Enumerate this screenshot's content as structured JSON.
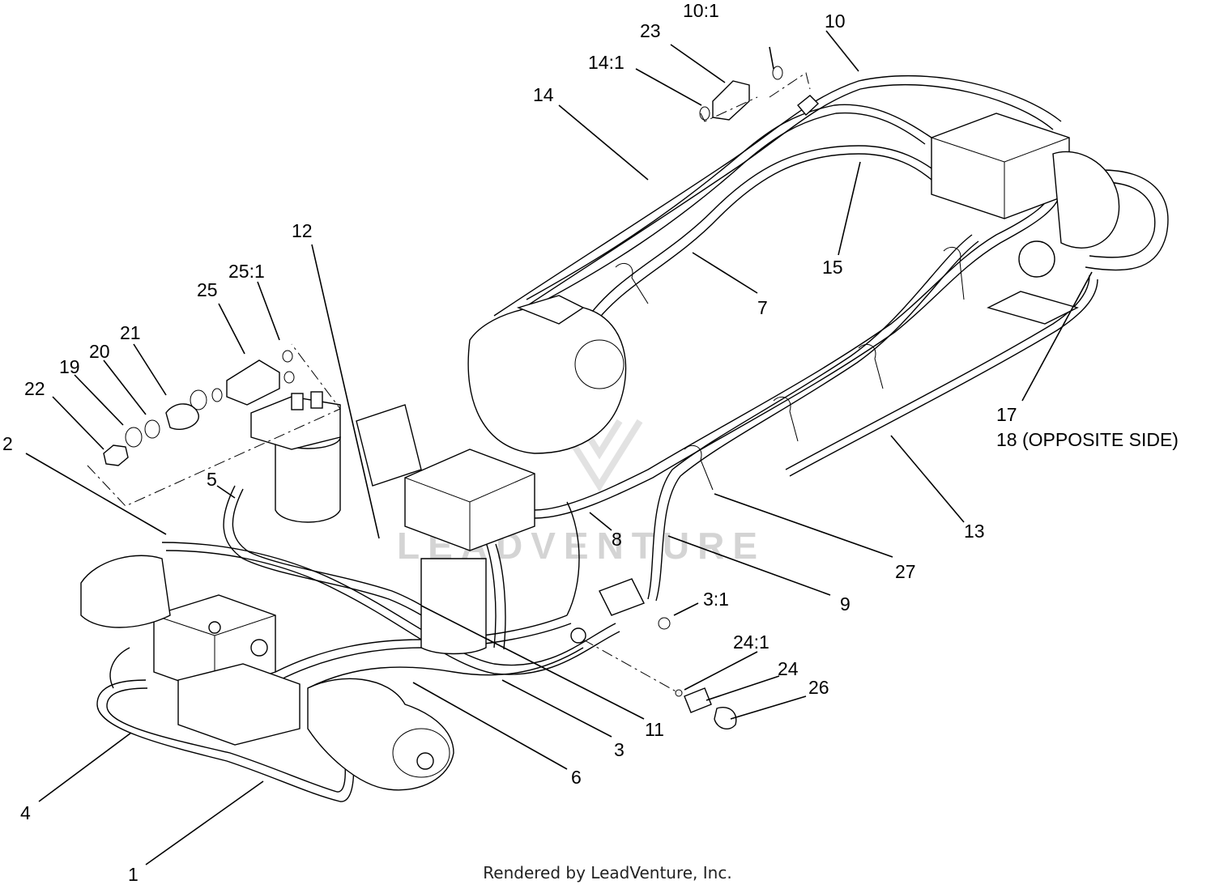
{
  "diagram": {
    "callouts": {
      "c1": "1",
      "c2": "2",
      "c3": "3",
      "c3_1": "3:1",
      "c4": "4",
      "c5": "5",
      "c6": "6",
      "c7": "7",
      "c8": "8",
      "c9": "9",
      "c10": "10",
      "c10_1": "10:1",
      "c11": "11",
      "c12": "12",
      "c13": "13",
      "c14": "14",
      "c14_1": "14:1",
      "c15": "15",
      "c17": "17",
      "c18": "18 (OPPOSITE SIDE)",
      "c19": "19",
      "c20": "20",
      "c21": "21",
      "c22": "22",
      "c23": "23",
      "c24": "24",
      "c24_1": "24:1",
      "c25": "25",
      "c25_1": "25:1",
      "c26": "26",
      "c27": "27"
    },
    "watermark": "LEADVENTURE",
    "footer": "Rendered by LeadVenture, Inc."
  }
}
